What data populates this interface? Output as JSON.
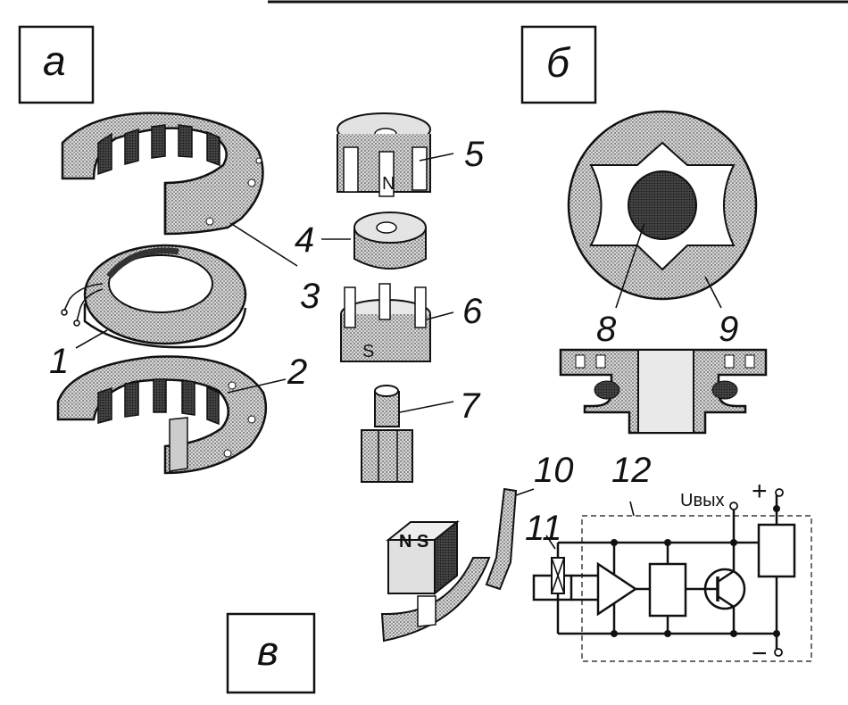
{
  "panels": {
    "a": "а",
    "b": "б",
    "v": "в"
  },
  "callouts": {
    "c1": "1",
    "c2": "2",
    "c3": "3",
    "c4": "4",
    "c5": "5",
    "c6": "6",
    "c7": "7",
    "c8": "8",
    "c9": "9",
    "c10": "10",
    "c11": "11",
    "c12": "12"
  },
  "pole_marks": {
    "n": "N",
    "s": "S",
    "magnet": "N S"
  },
  "circuit": {
    "output_label": "Uвых",
    "plus": "+",
    "minus": "−"
  }
}
